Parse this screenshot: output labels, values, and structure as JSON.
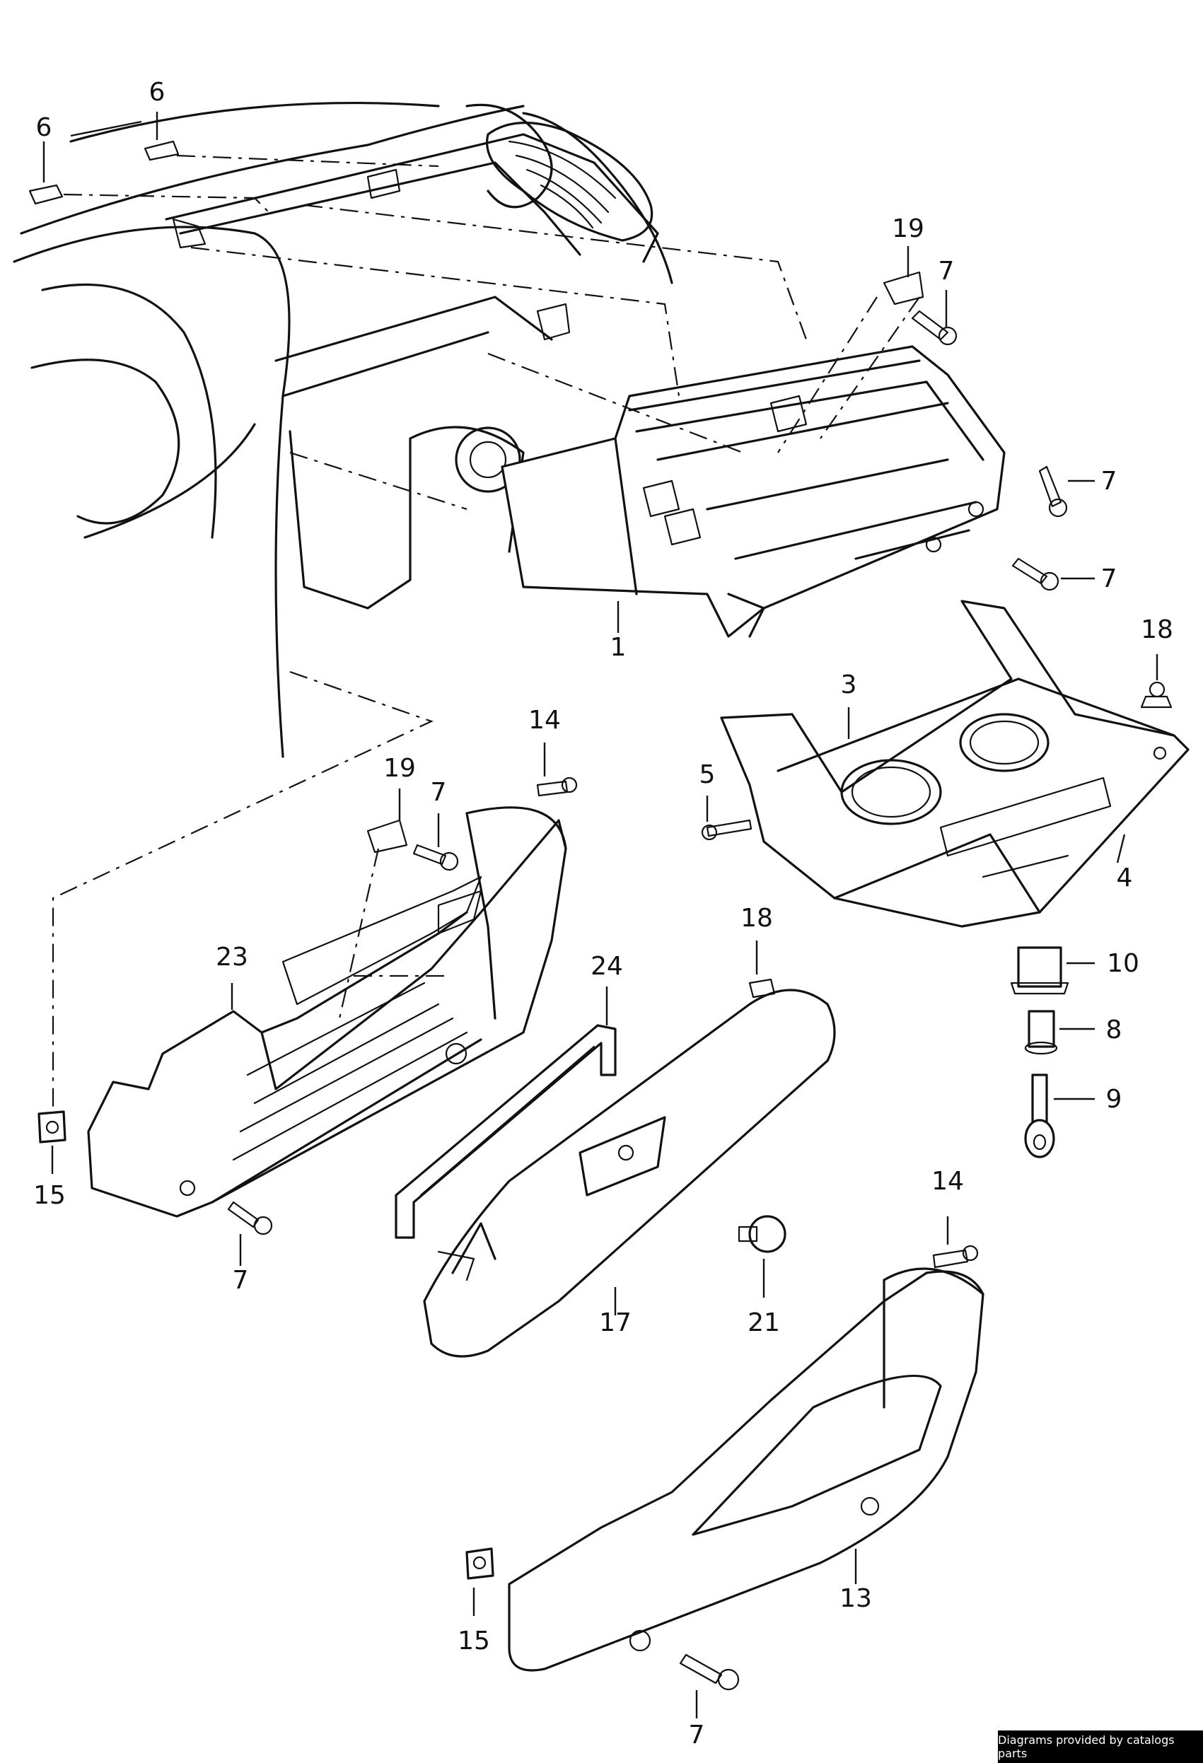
{
  "callouts": [
    {
      "id": "c6a",
      "text": "6"
    },
    {
      "id": "c6b",
      "text": "6"
    },
    {
      "id": "c19a",
      "text": "19"
    },
    {
      "id": "c7a",
      "text": "7"
    },
    {
      "id": "c7b",
      "text": "7"
    },
    {
      "id": "c7c",
      "text": "7"
    },
    {
      "id": "c1",
      "text": "1"
    },
    {
      "id": "c18a",
      "text": "18"
    },
    {
      "id": "c3",
      "text": "3"
    },
    {
      "id": "c5",
      "text": "5"
    },
    {
      "id": "c4",
      "text": "4"
    },
    {
      "id": "c14a",
      "text": "14"
    },
    {
      "id": "c19b",
      "text": "19"
    },
    {
      "id": "c7d",
      "text": "7"
    },
    {
      "id": "c23",
      "text": "23"
    },
    {
      "id": "c24",
      "text": "24"
    },
    {
      "id": "c18b",
      "text": "18"
    },
    {
      "id": "c10",
      "text": "10"
    },
    {
      "id": "c8",
      "text": "8"
    },
    {
      "id": "c9",
      "text": "9"
    },
    {
      "id": "c15a",
      "text": "15"
    },
    {
      "id": "c7e",
      "text": "7"
    },
    {
      "id": "c17",
      "text": "17"
    },
    {
      "id": "c21",
      "text": "21"
    },
    {
      "id": "c14b",
      "text": "14"
    },
    {
      "id": "c13",
      "text": "13"
    },
    {
      "id": "c15b",
      "text": "15"
    },
    {
      "id": "c7f",
      "text": "7"
    }
  ],
  "credit": "Diagrams provided by catalogs parts"
}
